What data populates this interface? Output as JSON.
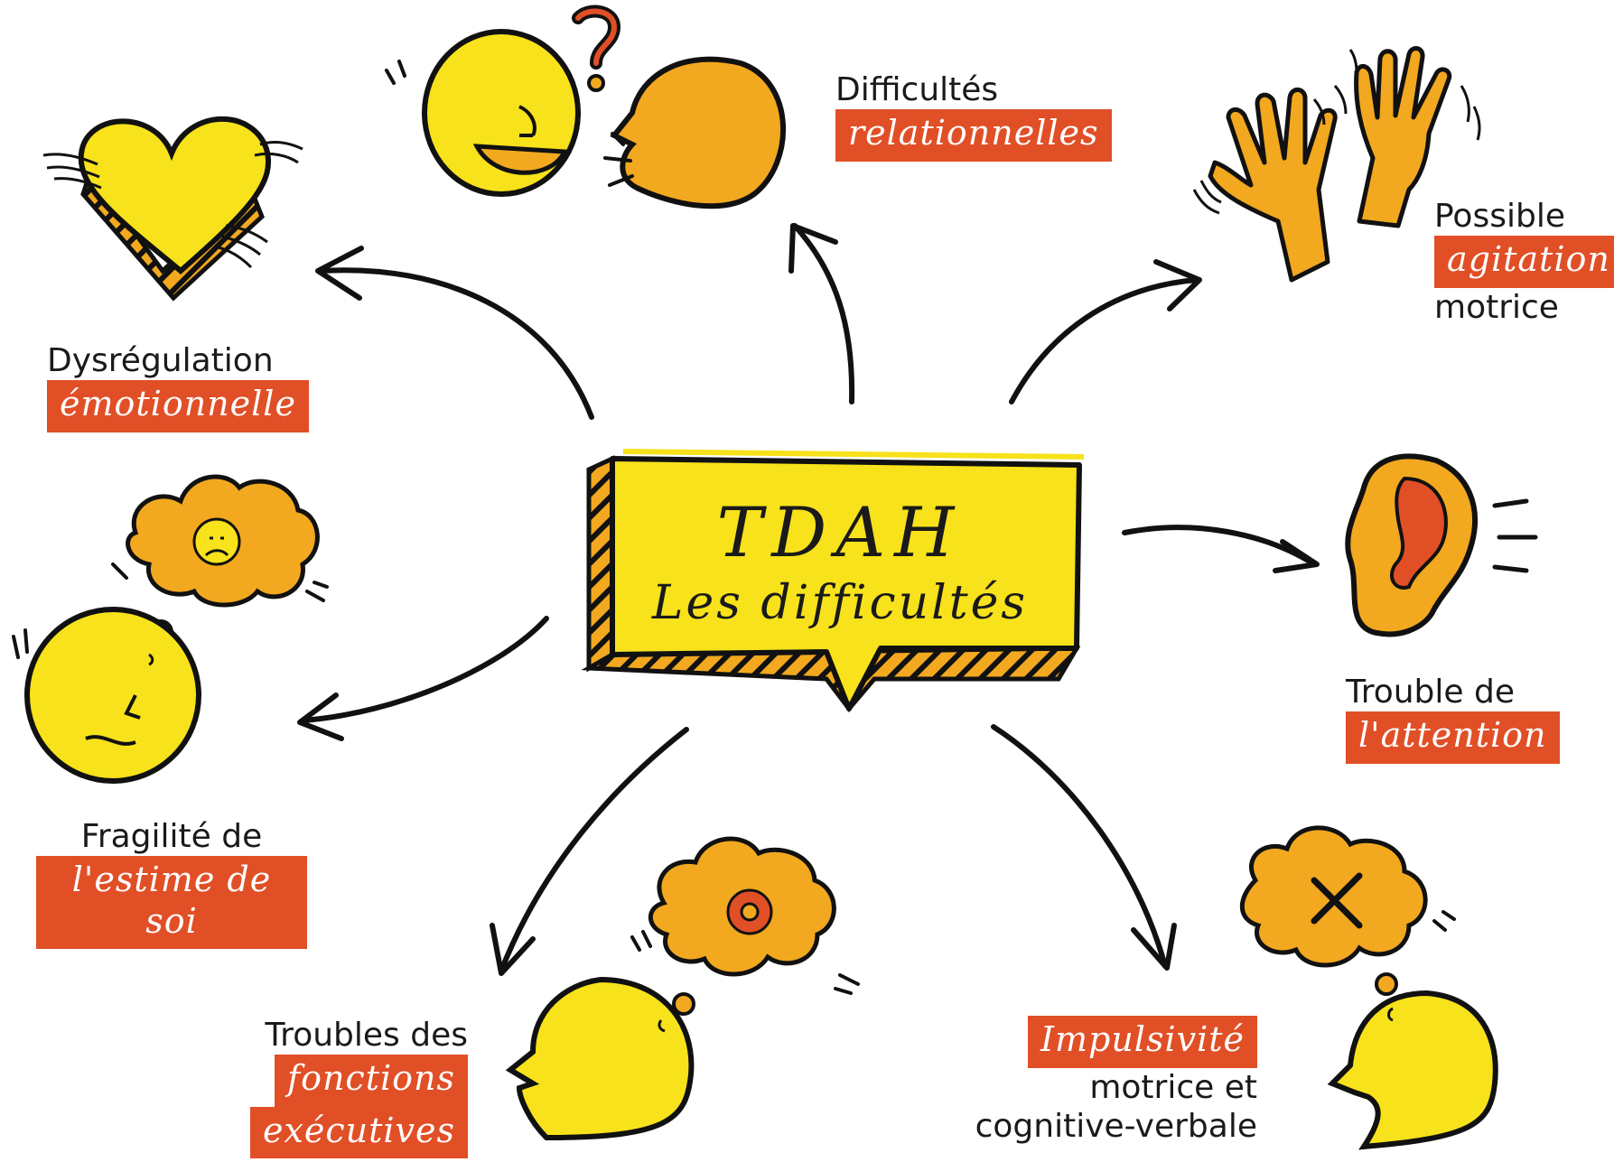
{
  "center": {
    "title": "TDAH",
    "subtitle": "Les difficultés"
  },
  "branches": {
    "relationnelles": {
      "line1": "Difficultés",
      "tag": "relationnelles",
      "icon": "talking-heads-icon"
    },
    "agitation": {
      "line1": "Possible",
      "tag": "agitation",
      "line2": "motrice",
      "icon": "waving-hands-icon"
    },
    "emotionnelle": {
      "line1": "Dysrégulation",
      "tag": "émotionnelle",
      "icon": "heart-icon"
    },
    "attention": {
      "line1": "Trouble de",
      "tag": "l'attention",
      "icon": "ear-icon"
    },
    "estime": {
      "line1": "Fragilité de",
      "tag": "l'estime de soi",
      "icon": "sad-thought-head-icon"
    },
    "executives": {
      "line1": "Troubles des",
      "tag": "fonctions",
      "tag2": "exécutives",
      "icon": "gear-thought-head-icon"
    },
    "impulsivite": {
      "tag": "Impulsivité",
      "line1": "motrice et",
      "line2": "cognitive-verbale",
      "icon": "cross-thought-head-icon"
    }
  },
  "colors": {
    "yellow": "#f7e21b",
    "orange": "#f2a81f",
    "accent": "#e14f26",
    "ink": "#111111"
  }
}
